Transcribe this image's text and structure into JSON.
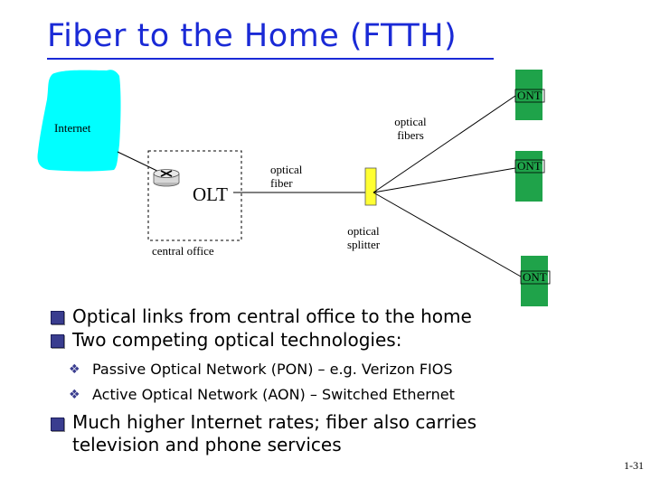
{
  "title": "Fiber to the Home (FTTH)",
  "diagram": {
    "internet_label": "Internet",
    "central_office_label": "central office",
    "olt_label": "OLT",
    "optical_fiber_label_line1": "optical",
    "optical_fiber_label_line2": "fiber",
    "optical_fibers_label_line1": "optical",
    "optical_fibers_label_line2": "fibers",
    "splitter_label_line1": "optical",
    "splitter_label_line2": "splitter",
    "ont_labels": [
      "ONT",
      "ONT",
      "ONT"
    ],
    "colors": {
      "cloud": "#00ffff",
      "ont_box": "#1fa34a",
      "splitter": "#ffff33",
      "title": "#1a2ad6",
      "bullet": "#3a3d8f"
    },
    "icons": [
      "router-icon",
      "cloud-shape"
    ]
  },
  "bullets": [
    {
      "text": "Optical links from central office to the home",
      "level": 1
    },
    {
      "text": "Two competing optical technologies:",
      "level": 1
    },
    {
      "text": "Passive Optical Network (PON) – e.g. Verizon FIOS",
      "level": 2
    },
    {
      "text": "Active Optical Network (AON) – Switched Ethernet",
      "level": 2
    },
    {
      "text": "Much higher Internet rates; fiber also carries",
      "level": 1
    },
    {
      "text": "television and phone services",
      "level": 1
    }
  ],
  "page_number": "1-31"
}
